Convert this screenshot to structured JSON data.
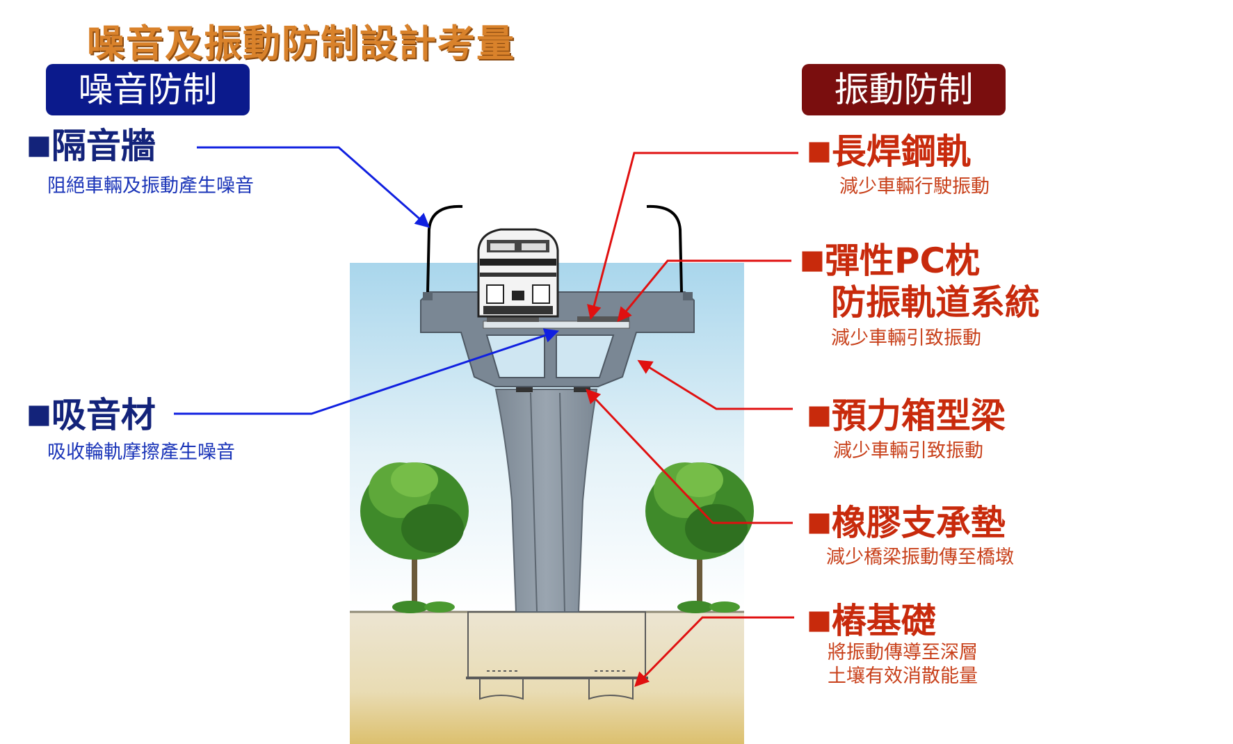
{
  "title": "噪音及振動防制設計考量",
  "noise": {
    "header": "噪音防制",
    "items": [
      {
        "marker": "■",
        "title": "隔音牆",
        "desc": "阻絕車輛及振動產生噪音"
      },
      {
        "marker": "■",
        "title": "吸音材",
        "desc": "吸收輪軌摩擦產生噪音"
      }
    ]
  },
  "vibration": {
    "header": "振動防制",
    "items": [
      {
        "marker": "■",
        "title": "長焊鋼軌",
        "desc": "減少車輛行駛振動"
      },
      {
        "marker": "■",
        "title": "彈性PC枕",
        "title2": "防振軌道系統",
        "desc": "減少車輛引致振動"
      },
      {
        "marker": "■",
        "title": "預力箱型梁",
        "desc": "減少車輛引致振動"
      },
      {
        "marker": "■",
        "title": "橡膠支承墊",
        "desc": "減少橋梁振動傳至橋墩"
      },
      {
        "marker": "■",
        "title": "樁基礎",
        "desc": "將振動傳導至深層",
        "desc2": "土壤有效消散能量"
      }
    ]
  },
  "colors": {
    "noise_arrow": "#1020e0",
    "vibration_arrow": "#e01010",
    "title": "#d9822b"
  }
}
